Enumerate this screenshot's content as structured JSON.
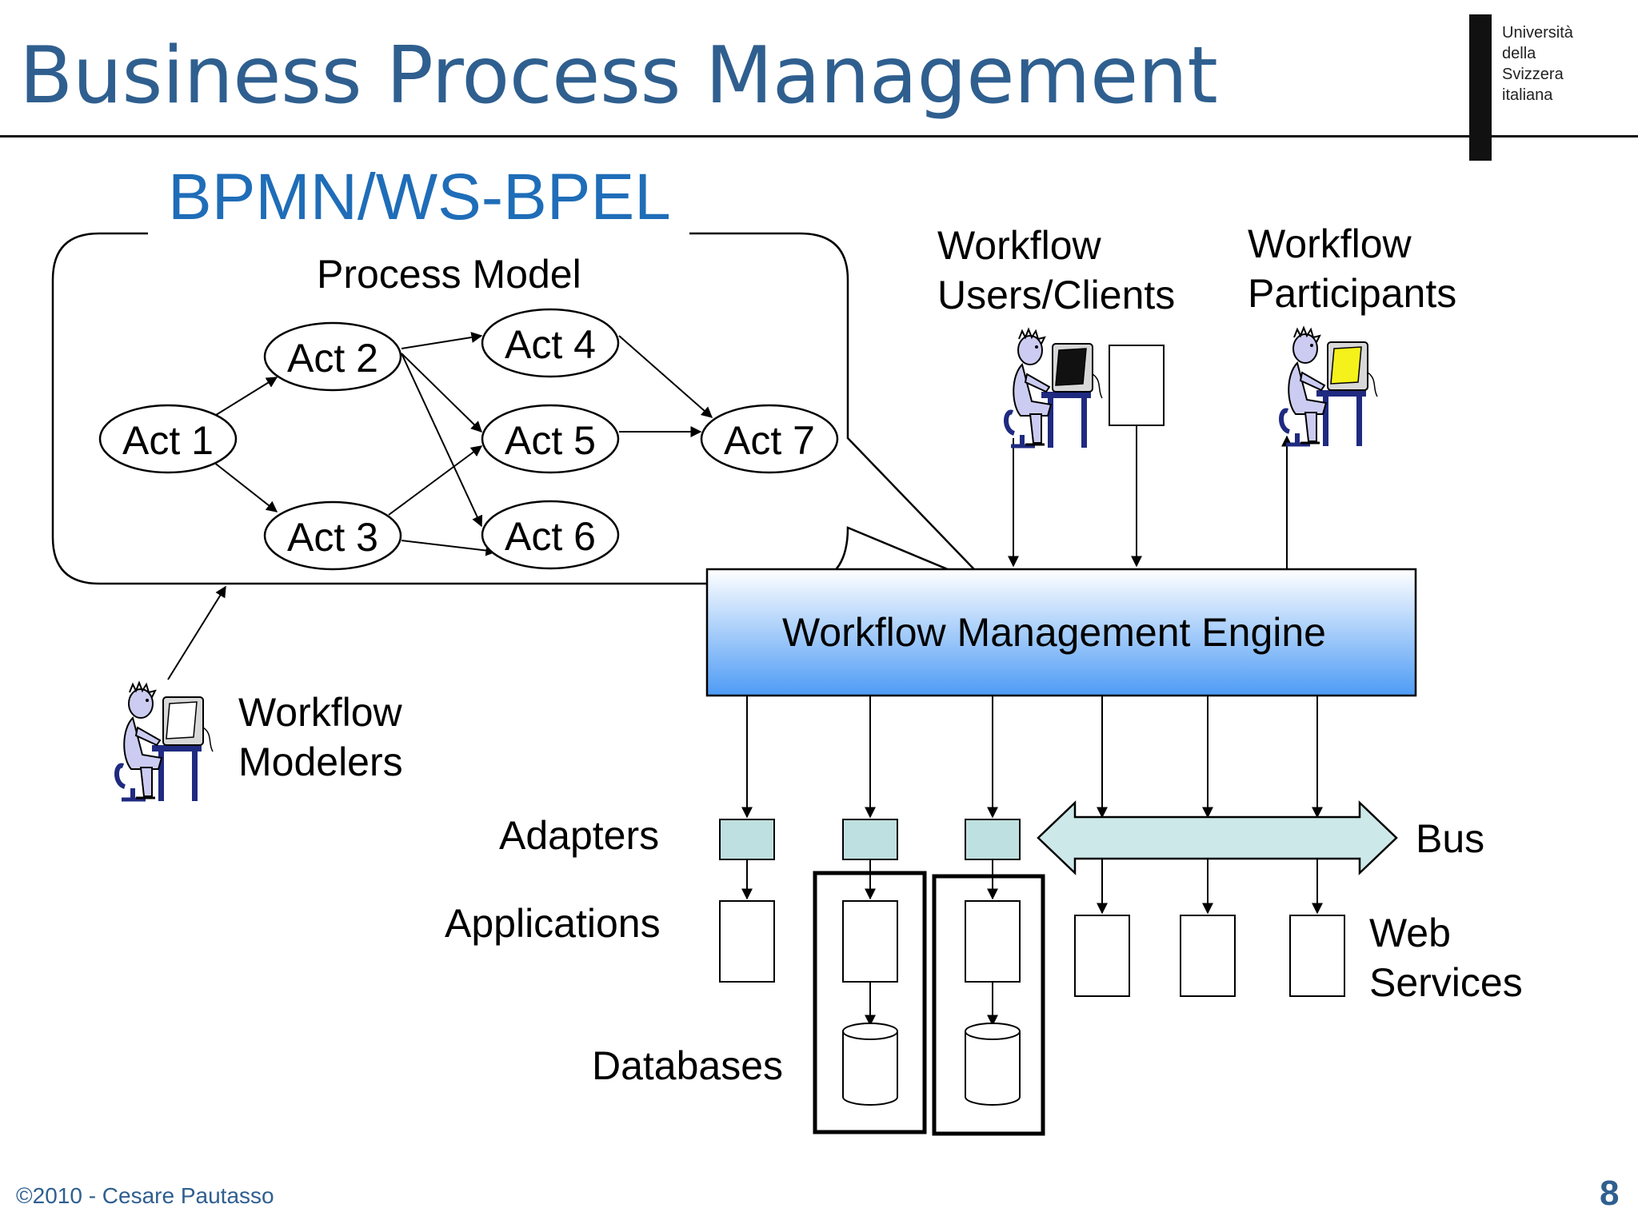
{
  "header": {
    "title": "Business Process Management",
    "university": "Università\ndella\nSvizzera\nitaliana"
  },
  "subtitle": "BPMN/WS-BPEL",
  "process_model": {
    "title": "Process Model",
    "activities": [
      "Act 1",
      "Act 2",
      "Act 3",
      "Act 4",
      "Act 5",
      "Act 6",
      "Act 7"
    ]
  },
  "actors": {
    "users_clients": "Workflow\nUsers/Clients",
    "participants": "Workflow\nParticipants",
    "modelers": "Workflow\nModelers"
  },
  "engine": {
    "label": "Workflow Management Engine"
  },
  "layers": {
    "adapters": "Adapters",
    "applications": "Applications",
    "databases": "Databases",
    "bus": "Bus",
    "web_services": "Web\nServices"
  },
  "colors": {
    "title": "#2f5f8f",
    "subtitle": "#1f6db8",
    "engine_top": "#ffffff",
    "engine_bottom": "#4d9bf5",
    "adapter": "#bfe0e0",
    "bus": "#cde8e8",
    "person": "#ccccf2",
    "screen_users": "#111111",
    "screen_participants": "#f5f11a"
  },
  "footer": {
    "copyright": "©2010 - Cesare Pautasso",
    "page": "8"
  }
}
